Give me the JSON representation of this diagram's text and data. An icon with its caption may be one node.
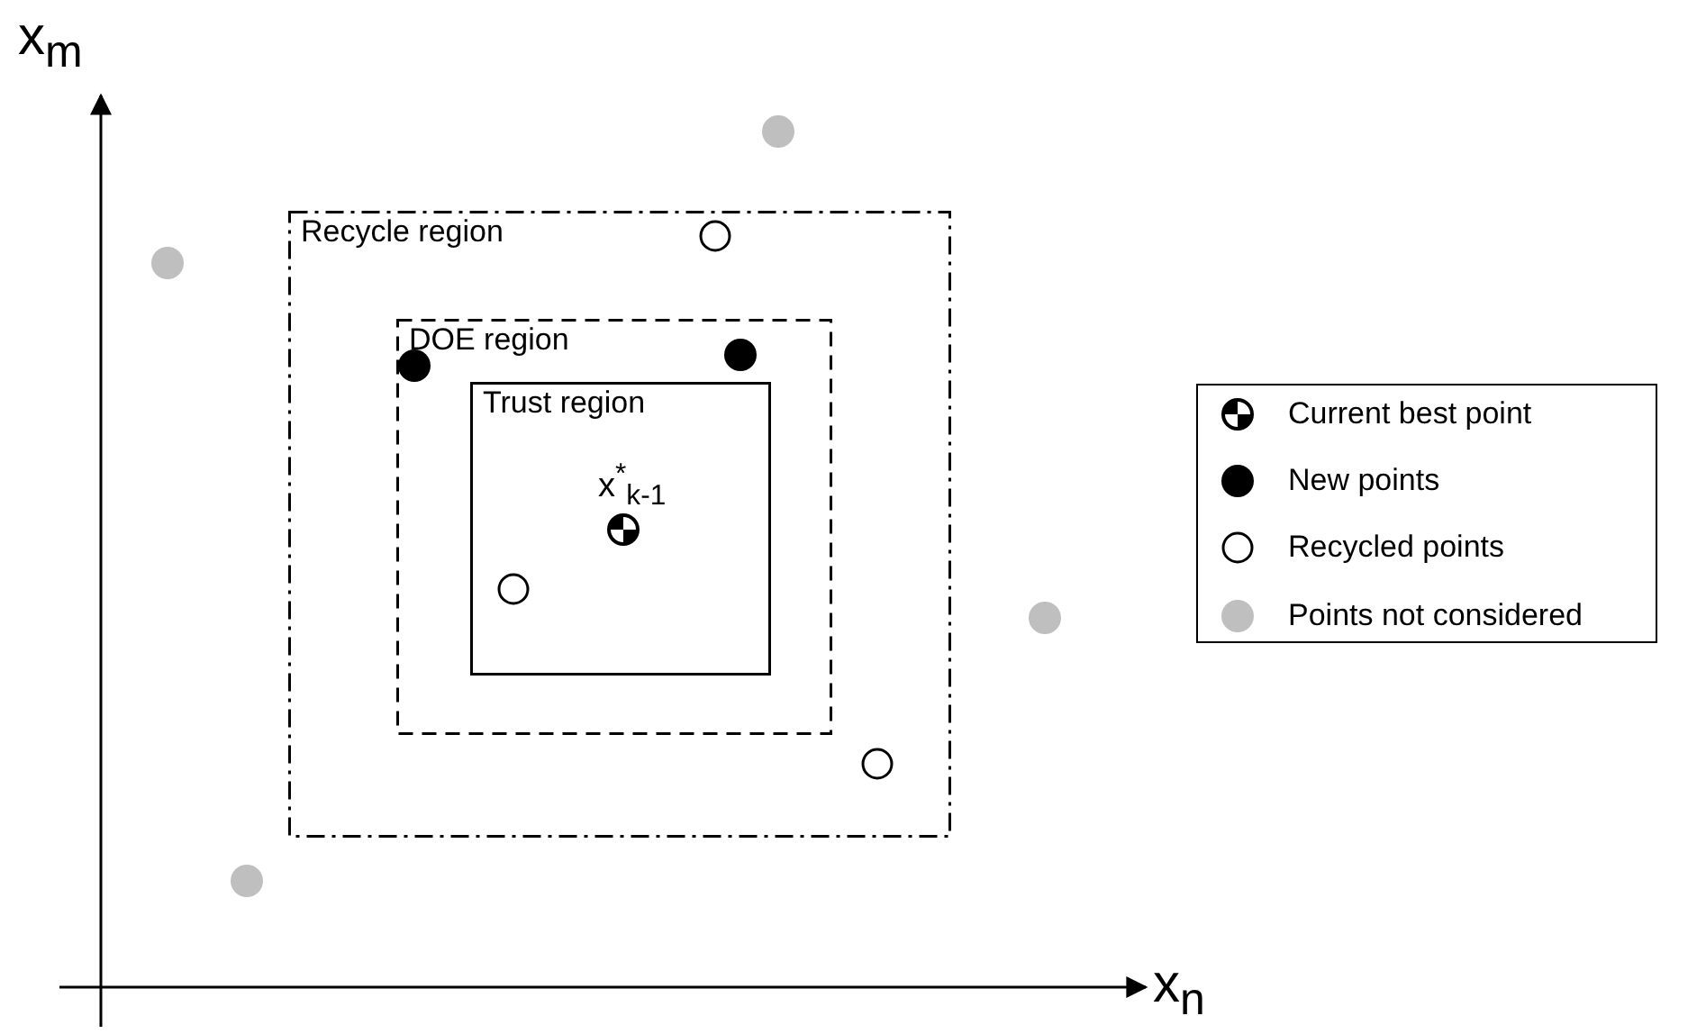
{
  "diagram": {
    "nodes": [
      {
        "text": [
          "Recycle region"
        ]
      },
      {
        "text": [
          "DOE region"
        ],
        "in": 0
      },
      {
        "text": [
          "Trust region"
        ],
        "in": 1
      }
    ],
    "labels": [
      "x$_{m}$",
      "x$_{n}$",
      "x$^{*}$$_{k-1}$"
    ],
    "legend": [
      {
        "text": "Current best point"
      },
      {
        "text": "New points"
      },
      {
        "text": "Recycled points"
      },
      {
        "text": "Points not considered"
      }
    ]
  }
}
